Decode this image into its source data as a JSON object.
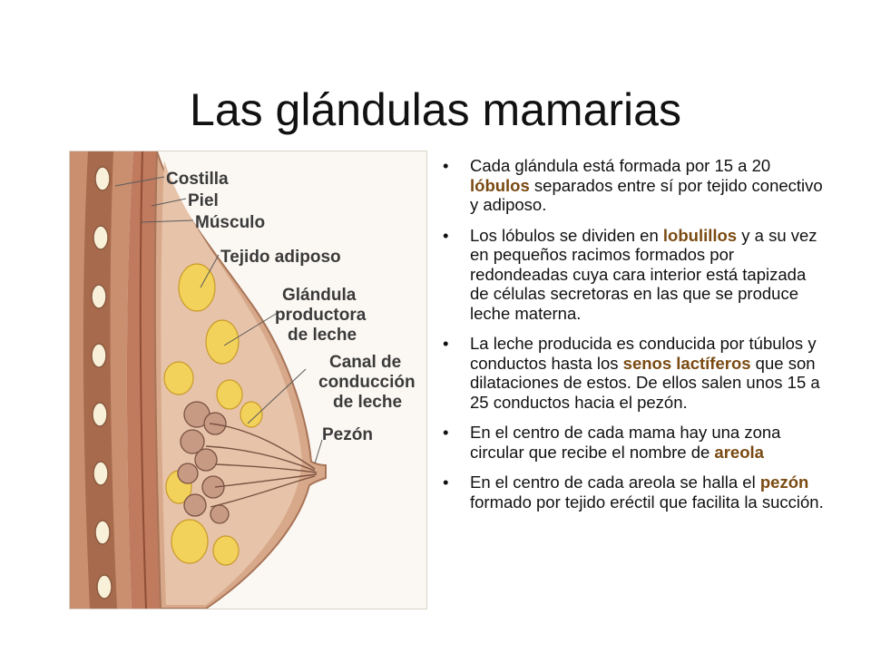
{
  "title": "Las glándulas mamarias",
  "figure": {
    "labels": {
      "costilla": "Costilla",
      "piel": "Piel",
      "musculo": "Músculo",
      "tejido_adiposo": "Tejido adiposo",
      "glandula_1": "Glándula",
      "glandula_2": "productora",
      "glandula_3": "de leche",
      "canal_1": "Canal de",
      "canal_2": "conducción",
      "canal_3": "de leche",
      "pezon": "Pezón"
    }
  },
  "bullets": [
    {
      "pre": "Cada glándula está formada por 15 a 20 ",
      "em": "lóbulos",
      "post": " separados entre sí por tejido conectivo y adiposo."
    },
    {
      "pre": "Los lóbulos se dividen en ",
      "em": "lobulillos",
      "post": " y a su vez en pequeños racimos formados por redondeadas cuya cara interior está tapizada de células secretoras en las que se produce leche materna."
    },
    {
      "pre": "La leche producida es conducida por túbulos y conductos hasta los ",
      "em": "senos lactíferos",
      "post": " que son dilataciones de estos. De ellos salen unos 15 a 25 conductos hacia el pezón."
    },
    {
      "pre": "En el centro de cada mama hay una zona circular que recibe el nombre de ",
      "em": "areola",
      "post": ""
    },
    {
      "pre": " En el centro de cada areola se halla el ",
      "em": "pezón",
      "post": " formado por tejido eréctil que facilita la succión."
    }
  ],
  "bullet_glyph": "•",
  "colors": {
    "skin": "#e8c4a8",
    "muscle": "#b5785a",
    "fat": "#f2d25a",
    "emphasis": "#7a4a12"
  }
}
